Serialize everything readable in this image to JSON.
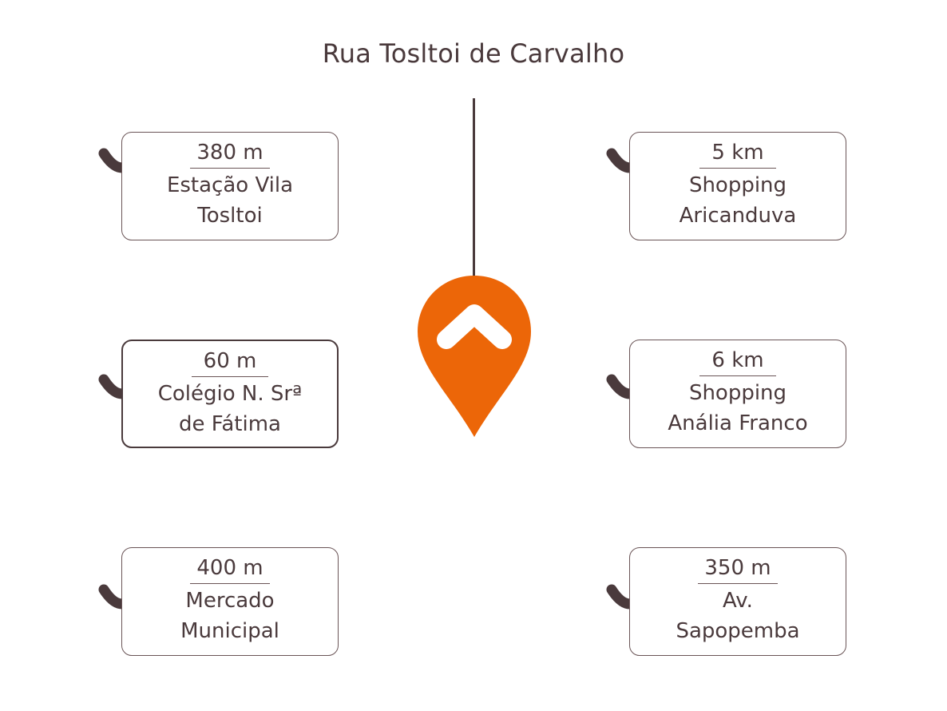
{
  "title": "Rua Tosltoi de Carvalho",
  "colors": {
    "pin": "#ec6608",
    "text": "#4a3a3c",
    "border": "#6a5456"
  },
  "icons": {
    "pin": "location-pin-icon",
    "connector": "smile-arc-icon"
  },
  "places": [
    {
      "distance": "380 m",
      "line1": "Estação Vila",
      "line2": "Tosltoi"
    },
    {
      "distance": "60 m",
      "line1": "Colégio N. Srª",
      "line2": "de Fátima"
    },
    {
      "distance": "400 m",
      "line1": "Mercado",
      "line2": "Municipal"
    },
    {
      "distance": "5 km",
      "line1": "Shopping",
      "line2": "Aricanduva"
    },
    {
      "distance": "6 km",
      "line1": "Shopping",
      "line2": "Anália Franco"
    },
    {
      "distance": "350 m",
      "line1": "Av.",
      "line2": "Sapopemba"
    }
  ]
}
